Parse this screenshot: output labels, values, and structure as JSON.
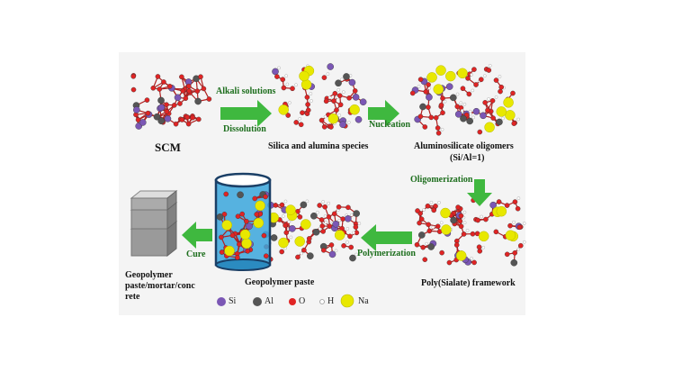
{
  "stages": {
    "scm": "SCM",
    "species": "Silica and alumina species",
    "oligomers": "Aluminosilicate oligomers",
    "ratio": "(Si/Al=1)",
    "framework": "Poly(Sialate) framework",
    "paste": "Geopolymer paste",
    "product_line1": "Geopolymer",
    "product_line2": "paste/mortar/conc",
    "product_line3": "rete"
  },
  "steps": {
    "alkali": "Alkali solutions",
    "dissolution": "Dissolution",
    "nucleation": "Nucleation",
    "oligomerization": "Oligomerization",
    "polymerization": "Polymerization",
    "cure": "Cure"
  },
  "legend": [
    {
      "symbol": "Si",
      "color": "#7b57b5",
      "icon": "purple-sphere"
    },
    {
      "symbol": "Al",
      "color": "#555555",
      "icon": "grey-sphere"
    },
    {
      "symbol": "O",
      "color": "#e02424",
      "icon": "red-sphere"
    },
    {
      "symbol": "H",
      "color": "#c8c8c8",
      "icon": "white-sphere"
    },
    {
      "symbol": "Na",
      "color": "#e8e800",
      "icon": "yellow-sphere"
    }
  ],
  "colors": {
    "arrow": "#3fb83f",
    "panel_bg": "#f3f3f3",
    "bond": "#b02020",
    "beaker_fill": "#3aa6dc",
    "beaker_outline": "#1a3f66"
  }
}
